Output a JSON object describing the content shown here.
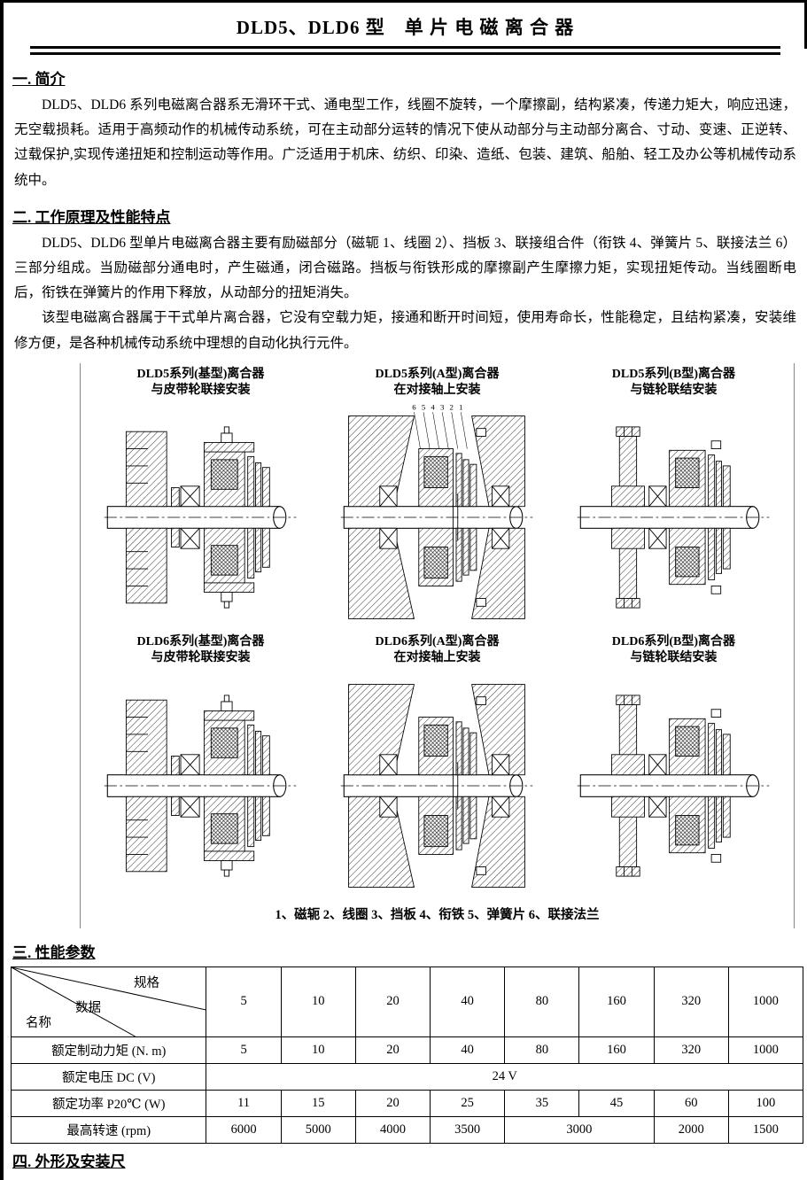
{
  "page": {
    "title": "DLD5、DLD6 型　单 片 电 磁 离 合 器"
  },
  "sections": {
    "s1": {
      "heading": "一. 简介",
      "para1": "DLD5、DLD6 系列电磁离合器系无滑环干式、通电型工作，线圈不旋转，一个摩擦副，结构紧凑，传递力矩大，响应迅速，无空载损耗。适用于高频动作的机械传动系统，可在主动部分运转的情况下使从动部分与主动部分离合、寸动、变速、正逆转、过载保护,实现传递扭矩和控制运动等作用。广泛适用于机床、纺织、印染、造纸、包装、建筑、船舶、轻工及办公等机械传动系统中。"
    },
    "s2": {
      "heading": "二. 工作原理及性能特点",
      "para1": "DLD5、DLD6 型单片电磁离合器主要有励磁部分（磁轭 1、线圈 2）、挡板 3、联接组合件（衔铁 4、弹簧片 5、联接法兰 6）三部分组成。当励磁部分通电时，产生磁通，闭合磁路。挡板与衔铁形成的摩擦副产生摩擦力矩，实现扭矩传动。当线圈断电后，衔铁在弹簧片的作用下释放，从动部分的扭矩消失。",
      "para2": "该型电磁离合器属于干式单片离合器，它没有空载力矩，接通和断开时间短，使用寿命长，性能稳定，且结构紧凑，安装维修方便，是各种机械传动系统中理想的自动化执行元件。"
    },
    "s3": {
      "heading": "三. 性能参数"
    },
    "s4": {
      "heading": "四. 外形及安装尺"
    }
  },
  "figures": {
    "items": [
      {
        "caption1": "DLD5系列(基型)离合器",
        "caption2": "与皮带轮联接安装",
        "variant": "pulley"
      },
      {
        "caption1": "DLD5系列(A型)离合器",
        "caption2": "在对接轴上安装",
        "variant": "butt",
        "part_numbers": [
          "6",
          "5",
          "4",
          "3",
          "2",
          "1"
        ]
      },
      {
        "caption1": "DLD5系列(B型)离合器",
        "caption2": "与链轮联结安装",
        "variant": "sprocket"
      },
      {
        "caption1": "DLD6系列(基型)离合器",
        "caption2": "与皮带轮联接安装",
        "variant": "pulley"
      },
      {
        "caption1": "DLD6系列(A型)离合器",
        "caption2": "在对接轴上安装",
        "variant": "butt"
      },
      {
        "caption1": "DLD6系列(B型)离合器",
        "caption2": "与链轮联结安装",
        "variant": "sprocket"
      }
    ],
    "legend": "1、磁轭  2、线圈  3、挡板  4、衔铁  5、弹簧片  6、联接法兰"
  },
  "table": {
    "corner_top": "规格",
    "corner_mid": "数据",
    "corner_bottom": "名称",
    "spec_columns": [
      "5",
      "10",
      "20",
      "40",
      "80",
      "160",
      "320",
      "1000"
    ],
    "rows": [
      {
        "label": "额定制动力矩 (N. m)",
        "values": [
          "5",
          "10",
          "20",
          "40",
          "80",
          "160",
          "320",
          "1000"
        ]
      },
      {
        "label": "额定电压 DC (V)",
        "values": [
          "24 V"
        ]
      },
      {
        "label": "额定功率 P20℃ (W)",
        "values": [
          "11",
          "15",
          "20",
          "25",
          "35",
          "45",
          "60",
          "100"
        ]
      },
      {
        "label": "最高转速 (rpm)",
        "values": [
          "6000",
          "5000",
          "4000",
          "3500",
          "3000",
          "2000",
          "1500"
        ]
      }
    ]
  }
}
